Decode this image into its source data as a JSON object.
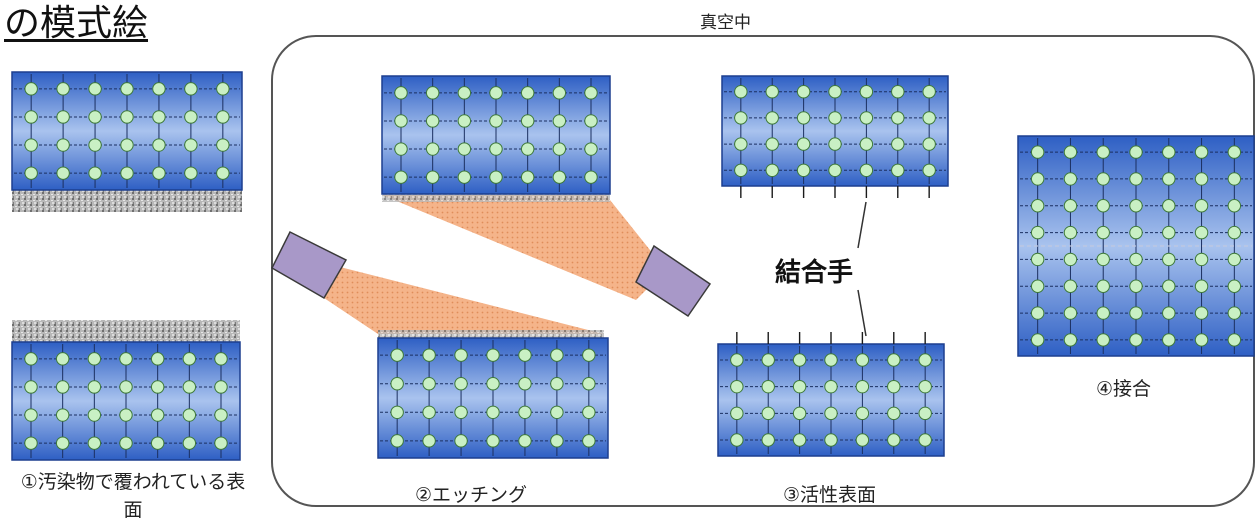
{
  "title": "の模式絵",
  "vacuum_label": "真空中",
  "bond_label": "結合手",
  "steps": [
    {
      "label": "①汚染物で覆われている表面"
    },
    {
      "label": "②エッチング"
    },
    {
      "label": "③活性表面"
    },
    {
      "label": "④接合"
    }
  ],
  "colors": {
    "crystal_top": "#2e5fc4",
    "crystal_mid": "#a9c3ee",
    "crystal_border": "#1d3f8f",
    "atom_fill": "#c9f0c4",
    "atom_stroke": "#3f7a3a",
    "contaminant": "#9a9a9a",
    "beam": "#f2b489",
    "source": "#a898c8",
    "chamber_stroke": "#555555"
  }
}
